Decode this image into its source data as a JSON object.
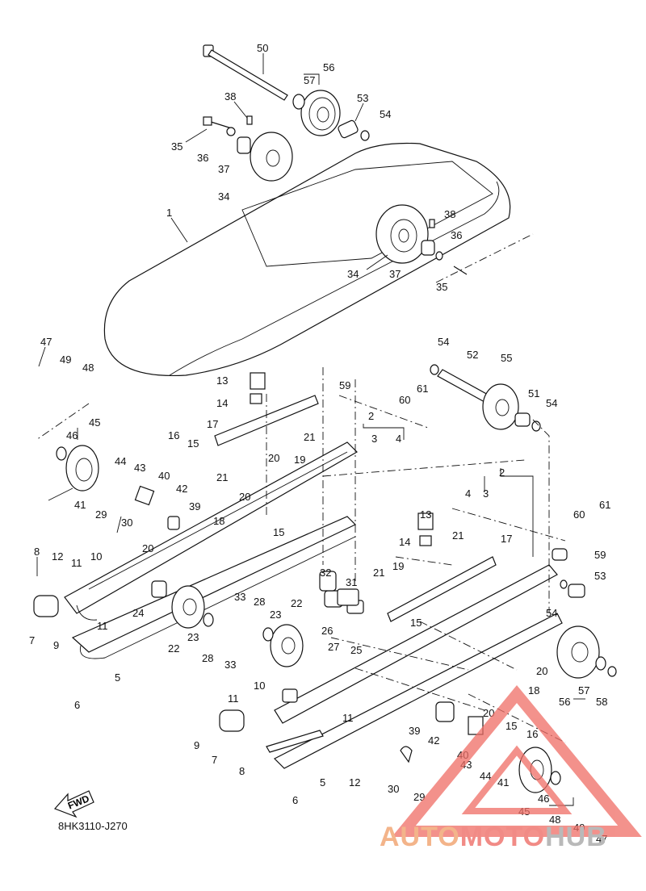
{
  "diagram": {
    "code": "8HK3110-J270",
    "fwd_label": "FWD",
    "watermark": [
      "AUTO",
      "MOTO",
      "HUB"
    ],
    "callouts": [
      {
        "id": "c1",
        "n": "50"
      },
      {
        "id": "c2",
        "n": "56"
      },
      {
        "id": "c3",
        "n": "57"
      },
      {
        "id": "c4",
        "n": "38"
      },
      {
        "id": "c5",
        "n": "53"
      },
      {
        "id": "c6",
        "n": "54"
      },
      {
        "id": "c7",
        "n": "35"
      },
      {
        "id": "c8",
        "n": "36"
      },
      {
        "id": "c9",
        "n": "37"
      },
      {
        "id": "c10",
        "n": "34"
      },
      {
        "id": "c11",
        "n": "1"
      },
      {
        "id": "c12",
        "n": "38"
      },
      {
        "id": "c13",
        "n": "36"
      },
      {
        "id": "c14",
        "n": "34"
      },
      {
        "id": "c15",
        "n": "37"
      },
      {
        "id": "c16",
        "n": "35"
      },
      {
        "id": "c17",
        "n": "47"
      },
      {
        "id": "c18",
        "n": "49"
      },
      {
        "id": "c19",
        "n": "48"
      },
      {
        "id": "c20",
        "n": "13"
      },
      {
        "id": "c21",
        "n": "14"
      },
      {
        "id": "c22",
        "n": "59"
      },
      {
        "id": "c23",
        "n": "61"
      },
      {
        "id": "c24",
        "n": "60"
      },
      {
        "id": "c25",
        "n": "54"
      },
      {
        "id": "c26",
        "n": "52"
      },
      {
        "id": "c27",
        "n": "55"
      },
      {
        "id": "c28",
        "n": "51"
      },
      {
        "id": "c29",
        "n": "54"
      },
      {
        "id": "c30",
        "n": "45"
      },
      {
        "id": "c31",
        "n": "46"
      },
      {
        "id": "c32",
        "n": "17"
      },
      {
        "id": "c33",
        "n": "2"
      },
      {
        "id": "c34",
        "n": "3"
      },
      {
        "id": "c35",
        "n": "4"
      },
      {
        "id": "c36",
        "n": "16"
      },
      {
        "id": "c37",
        "n": "15"
      },
      {
        "id": "c38",
        "n": "21"
      },
      {
        "id": "c39",
        "n": "19"
      },
      {
        "id": "c40",
        "n": "20"
      },
      {
        "id": "c41",
        "n": "21"
      },
      {
        "id": "c42",
        "n": "20"
      },
      {
        "id": "c43",
        "n": "44"
      },
      {
        "id": "c44",
        "n": "43"
      },
      {
        "id": "c45",
        "n": "40"
      },
      {
        "id": "c46",
        "n": "41"
      },
      {
        "id": "c47",
        "n": "42"
      },
      {
        "id": "c48",
        "n": "39"
      },
      {
        "id": "c49",
        "n": "18"
      },
      {
        "id": "c50",
        "n": "29"
      },
      {
        "id": "c51",
        "n": "30"
      },
      {
        "id": "c52",
        "n": "20"
      },
      {
        "id": "c53",
        "n": "15"
      },
      {
        "id": "c54",
        "n": "2"
      },
      {
        "id": "c55",
        "n": "4"
      },
      {
        "id": "c56",
        "n": "3"
      },
      {
        "id": "c57",
        "n": "61"
      },
      {
        "id": "c58",
        "n": "60"
      },
      {
        "id": "c59",
        "n": "13"
      },
      {
        "id": "c60",
        "n": "59"
      },
      {
        "id": "c61",
        "n": "14"
      },
      {
        "id": "c62",
        "n": "21"
      },
      {
        "id": "c63",
        "n": "17"
      },
      {
        "id": "c64",
        "n": "8"
      },
      {
        "id": "c65",
        "n": "12"
      },
      {
        "id": "c66",
        "n": "11"
      },
      {
        "id": "c67",
        "n": "10"
      },
      {
        "id": "c68",
        "n": "19"
      },
      {
        "id": "c69",
        "n": "53"
      },
      {
        "id": "c70",
        "n": "21"
      },
      {
        "id": "c71",
        "n": "54"
      },
      {
        "id": "c72",
        "n": "7"
      },
      {
        "id": "c73",
        "n": "9"
      },
      {
        "id": "c74",
        "n": "11"
      },
      {
        "id": "c75",
        "n": "24"
      },
      {
        "id": "c76",
        "n": "32"
      },
      {
        "id": "c77",
        "n": "31"
      },
      {
        "id": "c78",
        "n": "33"
      },
      {
        "id": "c79",
        "n": "28"
      },
      {
        "id": "c80",
        "n": "22"
      },
      {
        "id": "c81",
        "n": "15"
      },
      {
        "id": "c82",
        "n": "23"
      },
      {
        "id": "c83",
        "n": "26"
      },
      {
        "id": "c84",
        "n": "22"
      },
      {
        "id": "c85",
        "n": "23"
      },
      {
        "id": "c86",
        "n": "28"
      },
      {
        "id": "c87",
        "n": "33"
      },
      {
        "id": "c88",
        "n": "27"
      },
      {
        "id": "c89",
        "n": "25"
      },
      {
        "id": "c90",
        "n": "5"
      },
      {
        "id": "c91",
        "n": "20"
      },
      {
        "id": "c92",
        "n": "6"
      },
      {
        "id": "c93",
        "n": "18"
      },
      {
        "id": "c94",
        "n": "57"
      },
      {
        "id": "c95",
        "n": "58"
      },
      {
        "id": "c96",
        "n": "56"
      },
      {
        "id": "c97",
        "n": "10"
      },
      {
        "id": "c98",
        "n": "11"
      },
      {
        "id": "c99",
        "n": "20"
      },
      {
        "id": "c100",
        "n": "15"
      },
      {
        "id": "c101",
        "n": "16"
      },
      {
        "id": "c102",
        "n": "11"
      },
      {
        "id": "c103",
        "n": "9"
      },
      {
        "id": "c104",
        "n": "39"
      },
      {
        "id": "c105",
        "n": "42"
      },
      {
        "id": "c106",
        "n": "7"
      },
      {
        "id": "c107",
        "n": "8"
      },
      {
        "id": "c108",
        "n": "40"
      },
      {
        "id": "c109",
        "n": "43"
      },
      {
        "id": "c110",
        "n": "44"
      },
      {
        "id": "c111",
        "n": "41"
      },
      {
        "id": "c112",
        "n": "12"
      },
      {
        "id": "c113",
        "n": "5"
      },
      {
        "id": "c114",
        "n": "30"
      },
      {
        "id": "c115",
        "n": "29"
      },
      {
        "id": "c116",
        "n": "46"
      },
      {
        "id": "c117",
        "n": "45"
      },
      {
        "id": "c118",
        "n": "48"
      },
      {
        "id": "c119",
        "n": "49"
      },
      {
        "id": "c120",
        "n": "6"
      },
      {
        "id": "c121",
        "n": "47"
      }
    ]
  }
}
